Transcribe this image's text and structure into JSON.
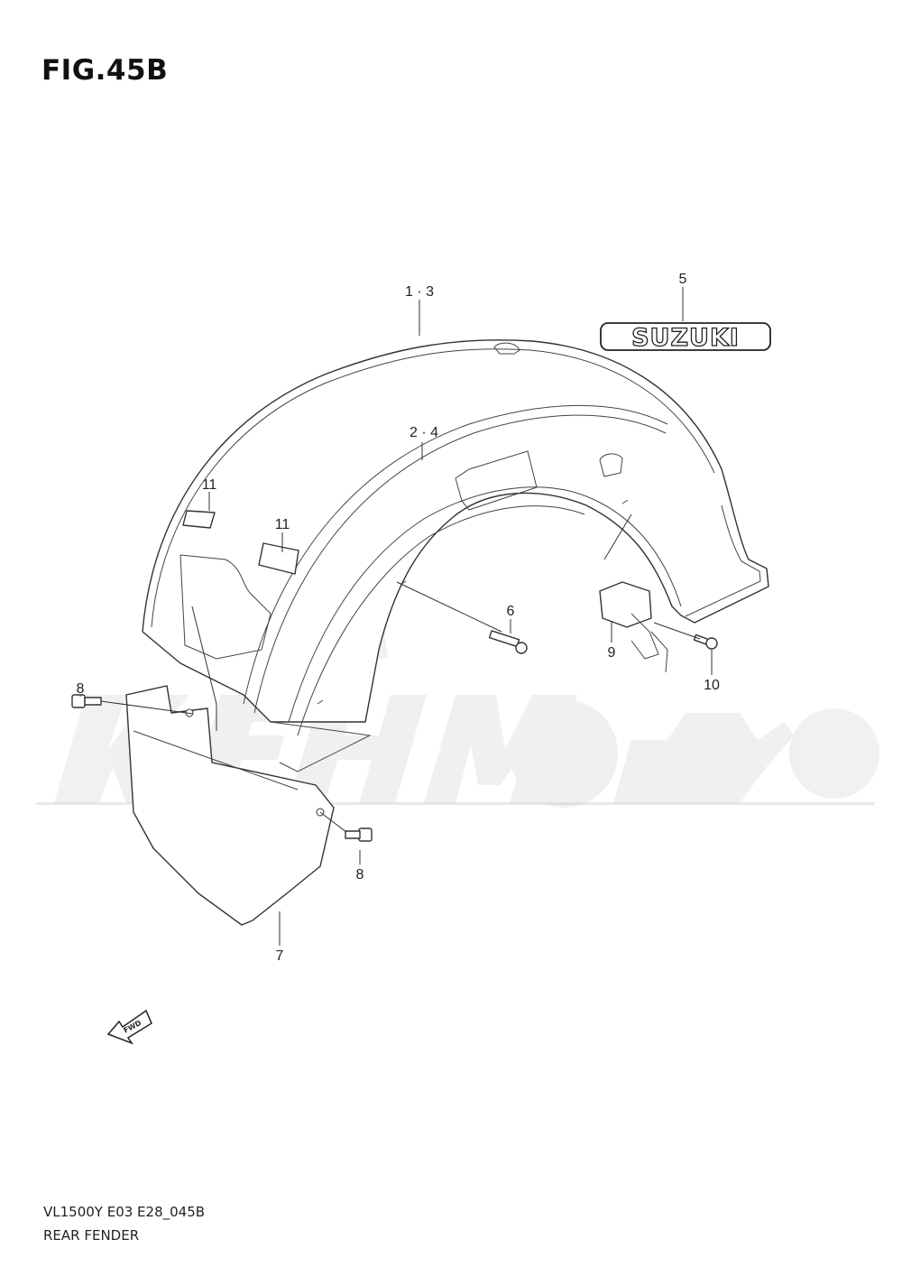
{
  "figure": {
    "title": "FIG.45B"
  },
  "callouts": {
    "c1": "1 · 3",
    "c2": "2 · 4",
    "c5": "5",
    "c6": "6",
    "c7": "7",
    "c8a": "8",
    "c8b": "8",
    "c9": "9",
    "c10": "10",
    "c11a": "11",
    "c11b": "11"
  },
  "emblem": {
    "text": "SUZUKI"
  },
  "fwd_marker": {
    "text": "FWD"
  },
  "footer": {
    "model_code": "VL1500Y  E03  E28_045B",
    "caption": "REAR FENDER"
  }
}
